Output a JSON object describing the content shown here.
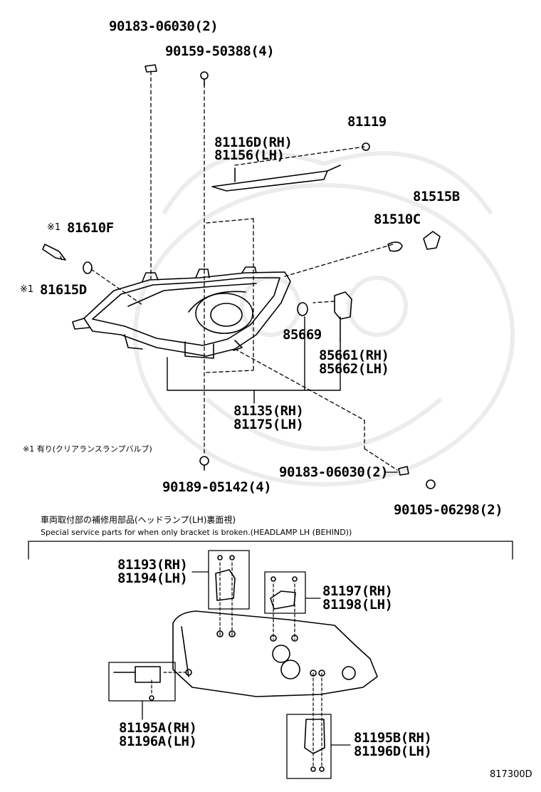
{
  "upper_assembly": {
    "parts": [
      {
        "id": "p_9018306030_top",
        "label": "90183-06030(2)"
      },
      {
        "id": "p_9015950388",
        "label": "90159-50388(4)"
      },
      {
        "id": "p_81119",
        "label": "81119"
      },
      {
        "id": "p_81116d",
        "label": "81116D(RH)"
      },
      {
        "id": "p_81156",
        "label": "81156(LH)"
      },
      {
        "id": "p_81515b",
        "label": "81515B"
      },
      {
        "id": "p_81510c",
        "label": "81510C"
      },
      {
        "id": "p_81610f",
        "label": "81610F",
        "mark": "※1"
      },
      {
        "id": "p_81615d",
        "label": "81615D",
        "mark": "※1"
      },
      {
        "id": "p_85669",
        "label": "85669"
      },
      {
        "id": "p_85661",
        "label": "85661(RH)"
      },
      {
        "id": "p_85662",
        "label": "85662(LH)"
      },
      {
        "id": "p_81135",
        "label": "81135(RH)"
      },
      {
        "id": "p_81175",
        "label": "81175(LH)"
      },
      {
        "id": "p_9018306030_bottom",
        "label": "90183-06030(2)"
      },
      {
        "id": "p_9018905142",
        "label": "90189-05142(4)"
      },
      {
        "id": "p_9010506298",
        "label": "90105-06298(2)"
      }
    ],
    "footnote": "※1 有り(クリアランスランプバルブ)"
  },
  "service_section": {
    "title_jp": "車両取付部の補修用部品(ヘッドランプ(LH)裏面視)",
    "title_en": "Special service parts for when only bracket is broken.(HEADLAMP LH (BEHIND))",
    "parts": [
      {
        "id": "s_81193",
        "label": "81193(RH)"
      },
      {
        "id": "s_81194",
        "label": "81194(LH)"
      },
      {
        "id": "s_81197",
        "label": "81197(RH)"
      },
      {
        "id": "s_81198",
        "label": "81198(LH)"
      },
      {
        "id": "s_81195a",
        "label": "81195A(RH)"
      },
      {
        "id": "s_81196a",
        "label": "81196A(LH)"
      },
      {
        "id": "s_81195b",
        "label": "81195B(RH)"
      },
      {
        "id": "s_81196d",
        "label": "81196D(LH)"
      }
    ]
  },
  "diagram_ref": "817300D"
}
